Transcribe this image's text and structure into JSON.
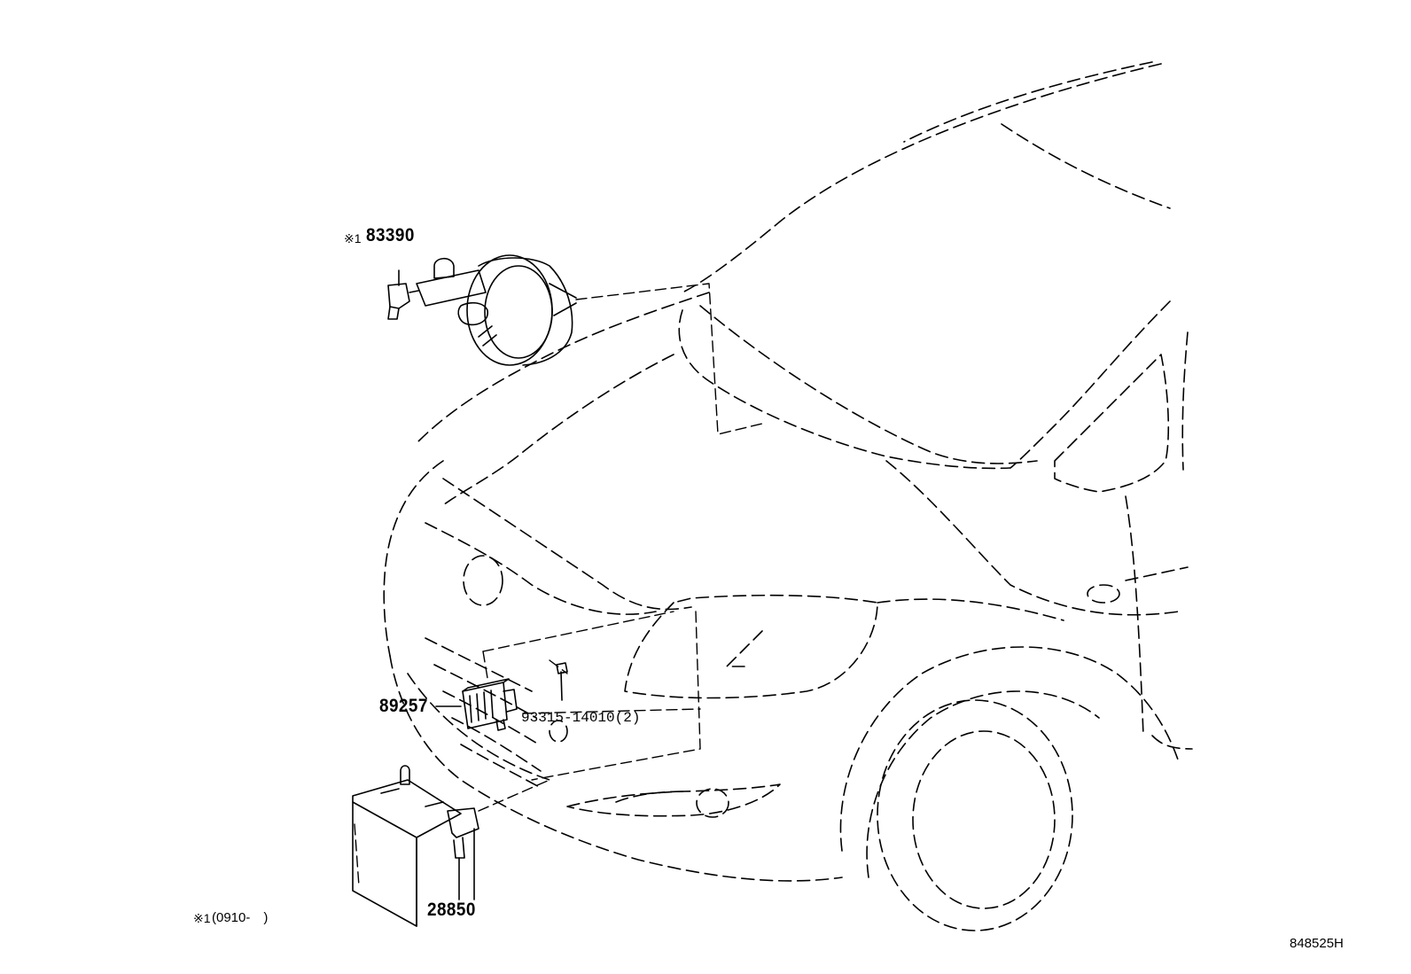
{
  "diagram": {
    "drawing_code": "848525H",
    "footnote": {
      "mark": "※1",
      "text": "(0910-　)"
    },
    "parts": [
      {
        "id": "p1",
        "mark": "※1",
        "number": "83390"
      },
      {
        "id": "p2",
        "number": "89257"
      },
      {
        "id": "p3",
        "number": "93315-14010(2)"
      },
      {
        "id": "p4",
        "number": "28850"
      }
    ],
    "colors": {
      "line": "#000000",
      "background": "#ffffff"
    }
  }
}
